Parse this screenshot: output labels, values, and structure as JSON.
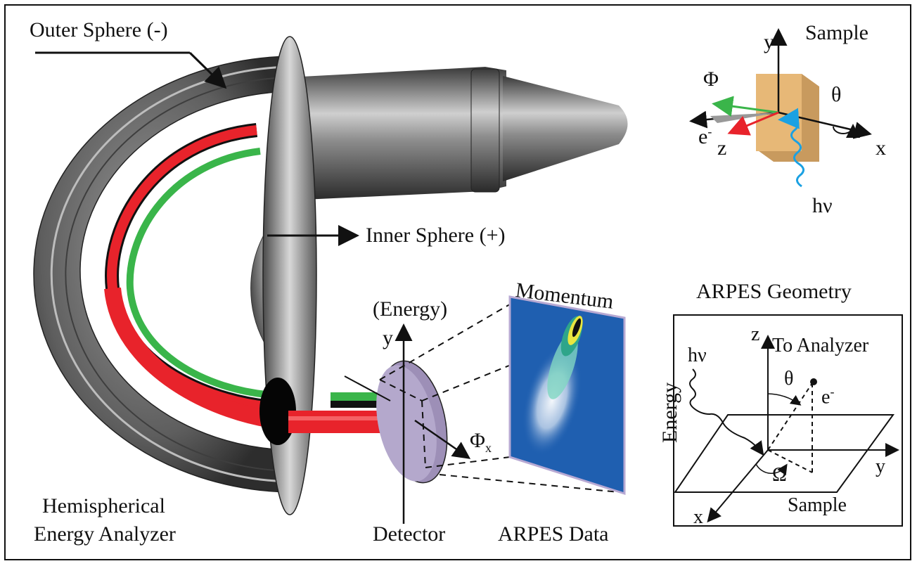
{
  "labels": {
    "outer_sphere": "Outer Sphere (-)",
    "inner_sphere": "Inner Sphere (+)",
    "analyzer_line1": "Hemispherical",
    "analyzer_line2": "Energy Analyzer",
    "detector": "Detector",
    "arpes_data": "ARPES Data",
    "momentum": "Momentum",
    "energy_vertical": "Energy",
    "energy_axis": "(Energy)",
    "detector_y": "y",
    "phi_x_main": "Φ",
    "phi_x_sub": "x",
    "sample_title": "Sample",
    "sample_y": "y",
    "sample_x": "x",
    "sample_z": "z",
    "sample_phi": "Φ",
    "sample_theta": "θ",
    "sample_e": "e",
    "sample_e_sup": "-",
    "sample_hv": "hν",
    "geometry_title": "ARPES Geometry",
    "geo_z": "z",
    "geo_y": "y",
    "geo_x": "x",
    "geo_hv": "hν",
    "geo_to_analyzer": "To Analyzer",
    "geo_theta": "θ",
    "geo_e": "e",
    "geo_e_sup": "-",
    "geo_omega": "Ω",
    "geo_sample": "Sample"
  },
  "colors": {
    "trajectory_red": "#e8232b",
    "trajectory_green": "#3ab54a",
    "trajectory_black": "#111111",
    "detector_disk": "#9d8fb7",
    "sample_block": "#e7b877",
    "photon_blue": "#1ba1e2",
    "arpes_background": "#1f5fb0"
  },
  "icons": {
    "photon": "wavy-arrow-icon",
    "rotation": "rotation-arrow-icon"
  }
}
